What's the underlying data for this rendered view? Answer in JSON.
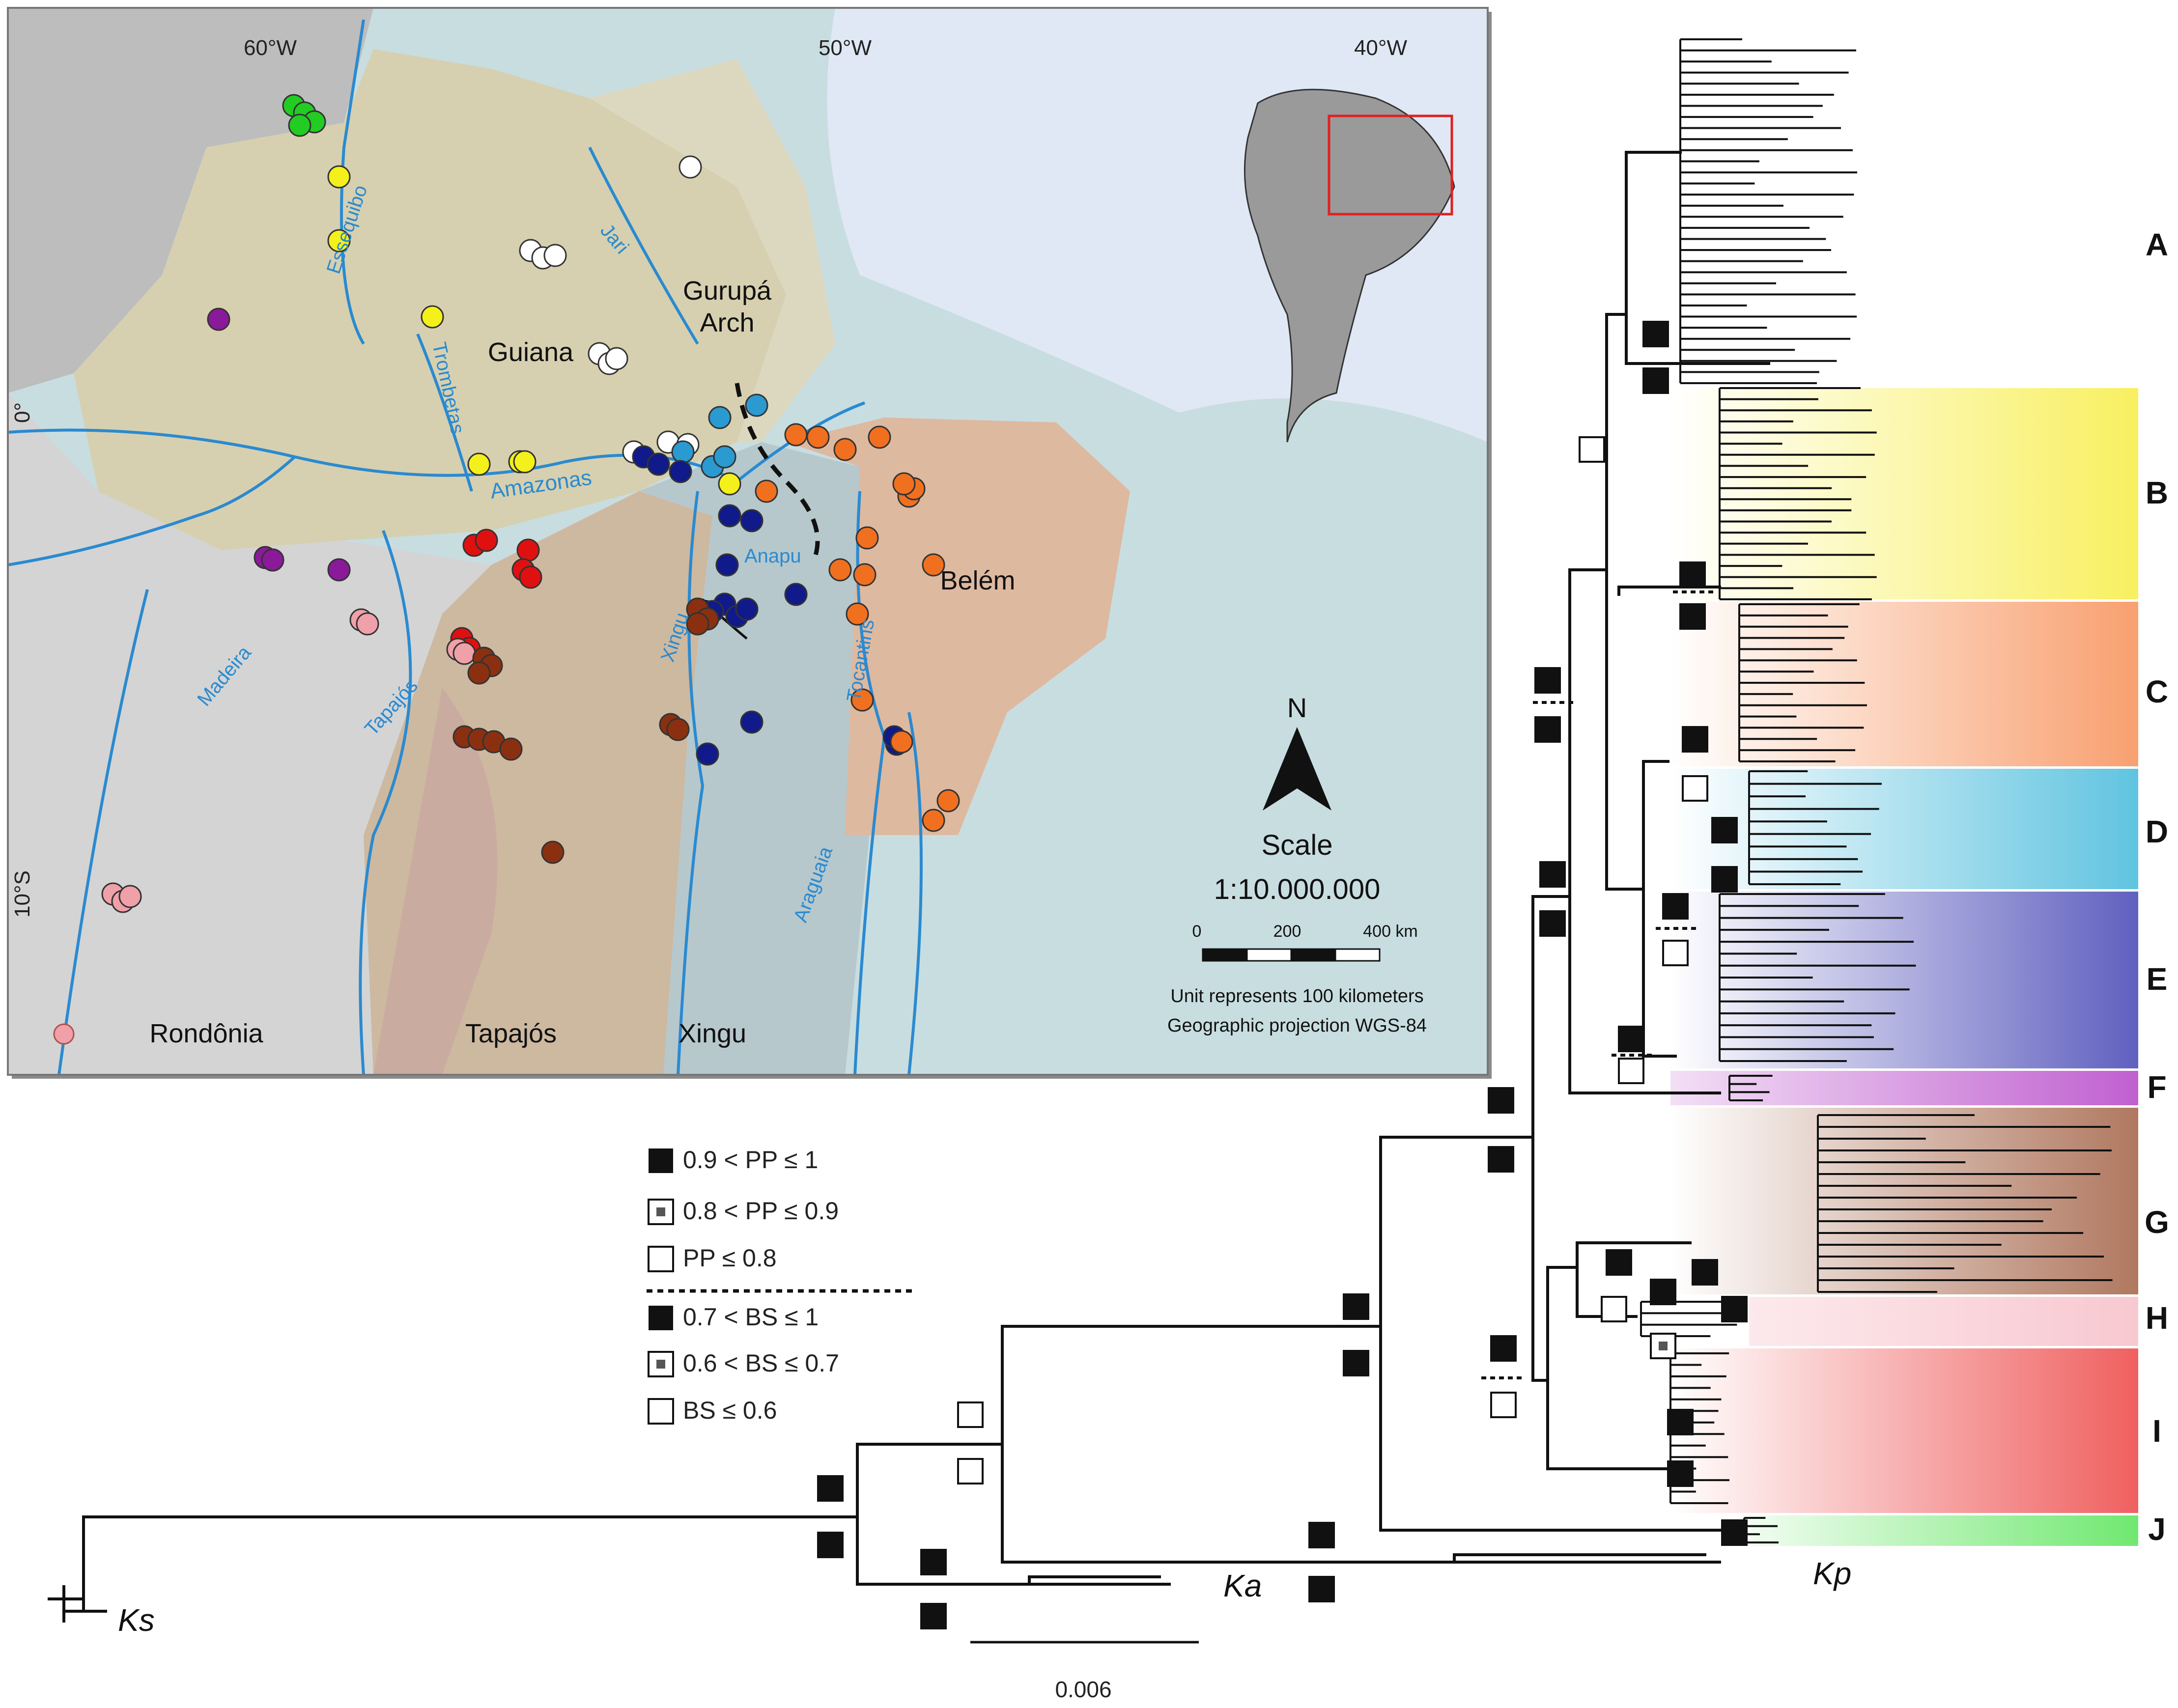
{
  "map": {
    "lon_labels": [
      "60°W",
      "50°W",
      "40°W"
    ],
    "lat_labels": [
      "0°",
      "10°S"
    ],
    "rivers": [
      "Essequibo",
      "Trombetas",
      "Jari",
      "Amazonas",
      "Madeira",
      "Tapajós",
      "Xingu",
      "Anapu",
      "Tocantins",
      "Araguaia"
    ],
    "regions": {
      "guiana": "Guiana",
      "gurupa_line1": "Gurupá",
      "gurupa_line2": "Arch",
      "belem": "Belém",
      "rondonia": "Rondônia",
      "tapajos": "Tapajós",
      "xingu": "Xingu"
    },
    "north": "N",
    "scale_title": "Scale",
    "scale_ratio": "1:10.000.000",
    "scale_ticks": [
      "0",
      "200",
      "400 km"
    ],
    "unit_note": "Unit represents 100 kilometers",
    "projection_note": "Geographic projection WGS-84",
    "colors": {
      "green": "#22cc22",
      "yellow": "#f4f01a",
      "white": "#ffffff",
      "purple": "#8a1a9a",
      "lightblue": "#2a9ad0",
      "navy": "#101a8a",
      "orange": "#f07020",
      "red": "#e01010",
      "pink": "#f0a0a8",
      "brown": "#8a3010"
    }
  },
  "legend": {
    "pp": [
      "0.9 < PP ≤ 1",
      "0.8 < PP ≤ 0.9",
      "PP ≤ 0.8"
    ],
    "bs": [
      "0.7 < BS ≤ 1",
      "0.6 < BS ≤ 0.7",
      "BS ≤ 0.6"
    ]
  },
  "tree": {
    "clades": [
      "A",
      "B",
      "C",
      "D",
      "E",
      "F",
      "G",
      "H",
      "I",
      "J"
    ],
    "clade_colors": {
      "B": "#f8f060",
      "C": "#f8a070",
      "D": "#60c4e0",
      "E": "#6060c0",
      "F": "#c060d0",
      "G": "#b07860",
      "H": "#f8c8d0",
      "I": "#f06060",
      "J": "#70e870"
    },
    "outgroups": [
      "Ks",
      "Ka",
      "Kp"
    ],
    "scale_bar": "0.006"
  }
}
